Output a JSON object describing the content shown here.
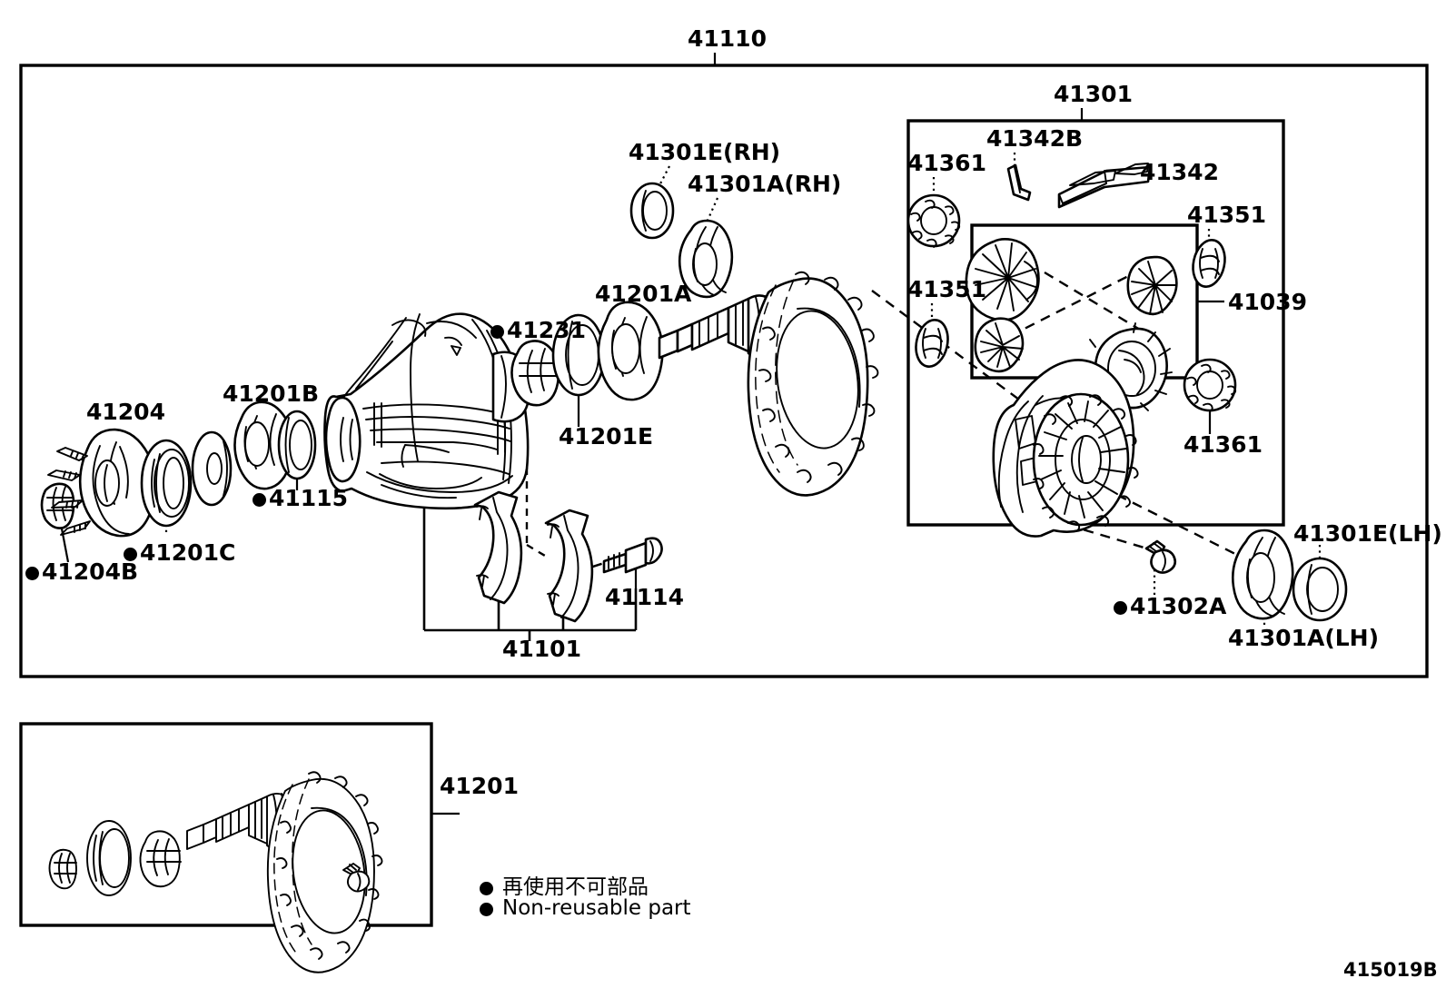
{
  "diagram": {
    "code": "415019B",
    "title_part": "41110",
    "subassembly_box_label": "41301",
    "gearset_box_label": "41039",
    "inset_box_label": "41201"
  },
  "legend": {
    "japanese": "再使用不可部品",
    "english": "Non-reusable part"
  },
  "labels": {
    "main_frame": "41110",
    "diff_case_assy": "41301",
    "pinion_shaft": "41342",
    "lock_pin": "41342B",
    "side_bearing_rh": "41301A(RH)",
    "side_shim_rh": "41301E(RH)",
    "side_bearing_lh": "41301A(LH)",
    "side_shim_lh": "41301E(LH)",
    "thrust_washer_top": "41361",
    "thrust_washer_bottom": "41361",
    "pinion_washer_left": "41351",
    "pinion_washer_right": "41351",
    "gear_kit": "41039",
    "ring_gear_bolt": "41302A",
    "housing": "41101",
    "cap_bolt": "41114",
    "drive_pinion_bearing": "41201A",
    "oil_seal": "41201E",
    "dust_deflector": "41231",
    "companion_flange": "41204",
    "flange_nut": "41204B",
    "front_bearing": "41201B",
    "bearing_spacer": "41115",
    "pinion_oil_seal": "41201C",
    "ring_pinion_set": "41201"
  },
  "bulleted": [
    "41204B",
    "41201C",
    "41115",
    "41231",
    "41302A"
  ]
}
